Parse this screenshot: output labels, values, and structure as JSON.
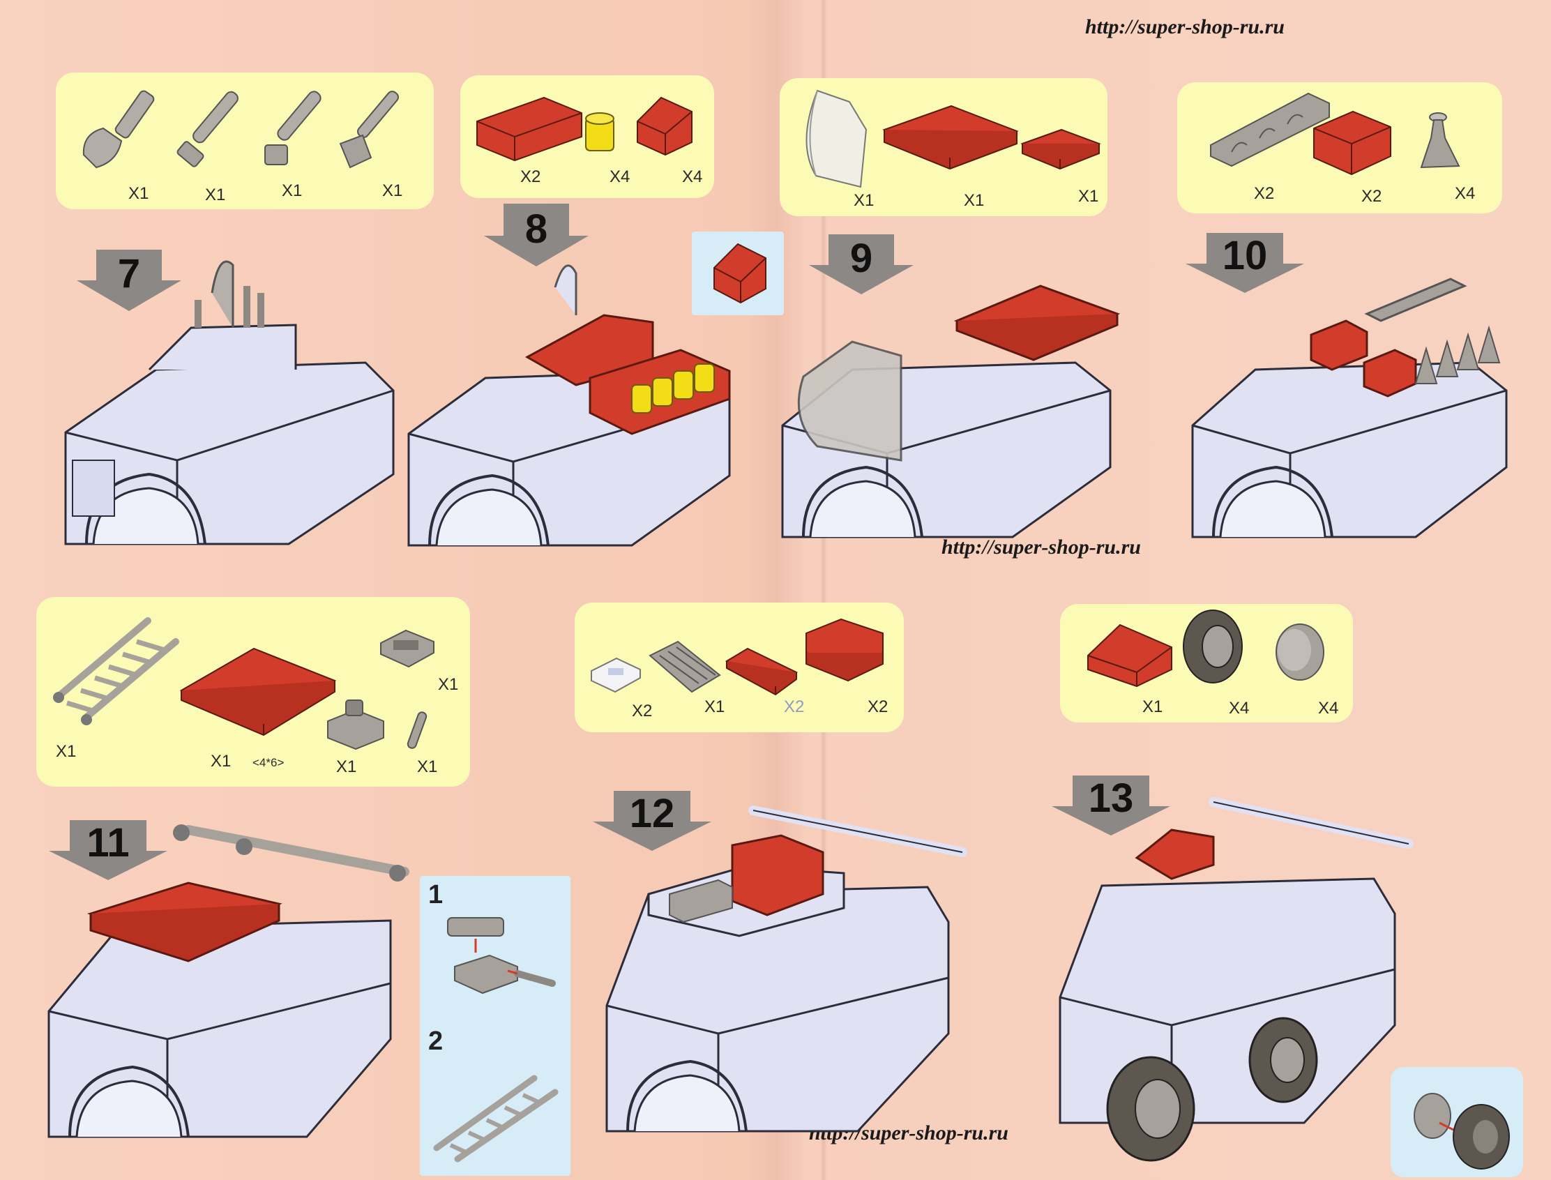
{
  "watermarks": {
    "top_url": "http://super-shop-ru.ru",
    "middle_url": "http://super-shop-ru.ru",
    "bottom_url": "http://super-shop-ru.ru"
  },
  "colors": {
    "page_background": "#f7cdb8",
    "parts_box": "#fbfbb6",
    "detail_box": "#d6ecf6",
    "brick_red": "#d23c2a",
    "brick_yellow": "#f2dd16",
    "body_lavender": "#e0e2f4",
    "part_grey": "#a7a19b",
    "tire_dark": "#5e574f"
  },
  "steps": [
    {
      "number": "7",
      "parts": [
        {
          "icon": "shovel-icon",
          "qty": "X1"
        },
        {
          "icon": "screwdriver-icon",
          "qty": "X1"
        },
        {
          "icon": "hammer-icon",
          "qty": "X1"
        },
        {
          "icon": "axe-icon",
          "qty": "X1"
        }
      ]
    },
    {
      "number": "8",
      "parts": [
        {
          "icon": "red-brick-1x4-icon",
          "qty": "X2"
        },
        {
          "icon": "yellow-round-brick-icon",
          "qty": "X4"
        },
        {
          "icon": "red-slope-brick-icon",
          "qty": "X4"
        }
      ]
    },
    {
      "number": "9",
      "parts": [
        {
          "icon": "windshield-icon",
          "qty": "X1"
        },
        {
          "icon": "red-plate-4x4-icon",
          "qty": "X1"
        },
        {
          "icon": "red-plate-2x2-icon",
          "qty": "X1"
        }
      ]
    },
    {
      "number": "10",
      "parts": [
        {
          "icon": "grey-rail-icon",
          "qty": "X2"
        },
        {
          "icon": "red-brick-2x2-icon",
          "qty": "X2"
        },
        {
          "icon": "grey-cone-icon",
          "qty": "X4"
        }
      ]
    },
    {
      "number": "11",
      "parts": [
        {
          "icon": "ladder-icon",
          "qty": "X1"
        },
        {
          "icon": "red-plate-4x6-icon",
          "qty": "X1",
          "size_label": "<4*6>"
        },
        {
          "icon": "hinge-plate-icon",
          "qty": "X1"
        },
        {
          "icon": "hinge-bracket-icon",
          "qty": "X1"
        },
        {
          "icon": "pin-icon",
          "qty": "X1"
        }
      ],
      "sub_steps": [
        "1",
        "2"
      ]
    },
    {
      "number": "12",
      "parts": [
        {
          "icon": "clear-tile-icon",
          "qty": "X2"
        },
        {
          "icon": "grille-tile-icon",
          "qty": "X1"
        },
        {
          "icon": "red-tile-icon",
          "qty": "X2"
        },
        {
          "icon": "red-seat-icon",
          "qty": "X2"
        }
      ]
    },
    {
      "number": "13",
      "parts": [
        {
          "icon": "red-slope-2x2-icon",
          "qty": "X1"
        },
        {
          "icon": "tire-icon",
          "qty": "X4"
        },
        {
          "icon": "wheel-hub-icon",
          "qty": "X4"
        }
      ]
    }
  ]
}
